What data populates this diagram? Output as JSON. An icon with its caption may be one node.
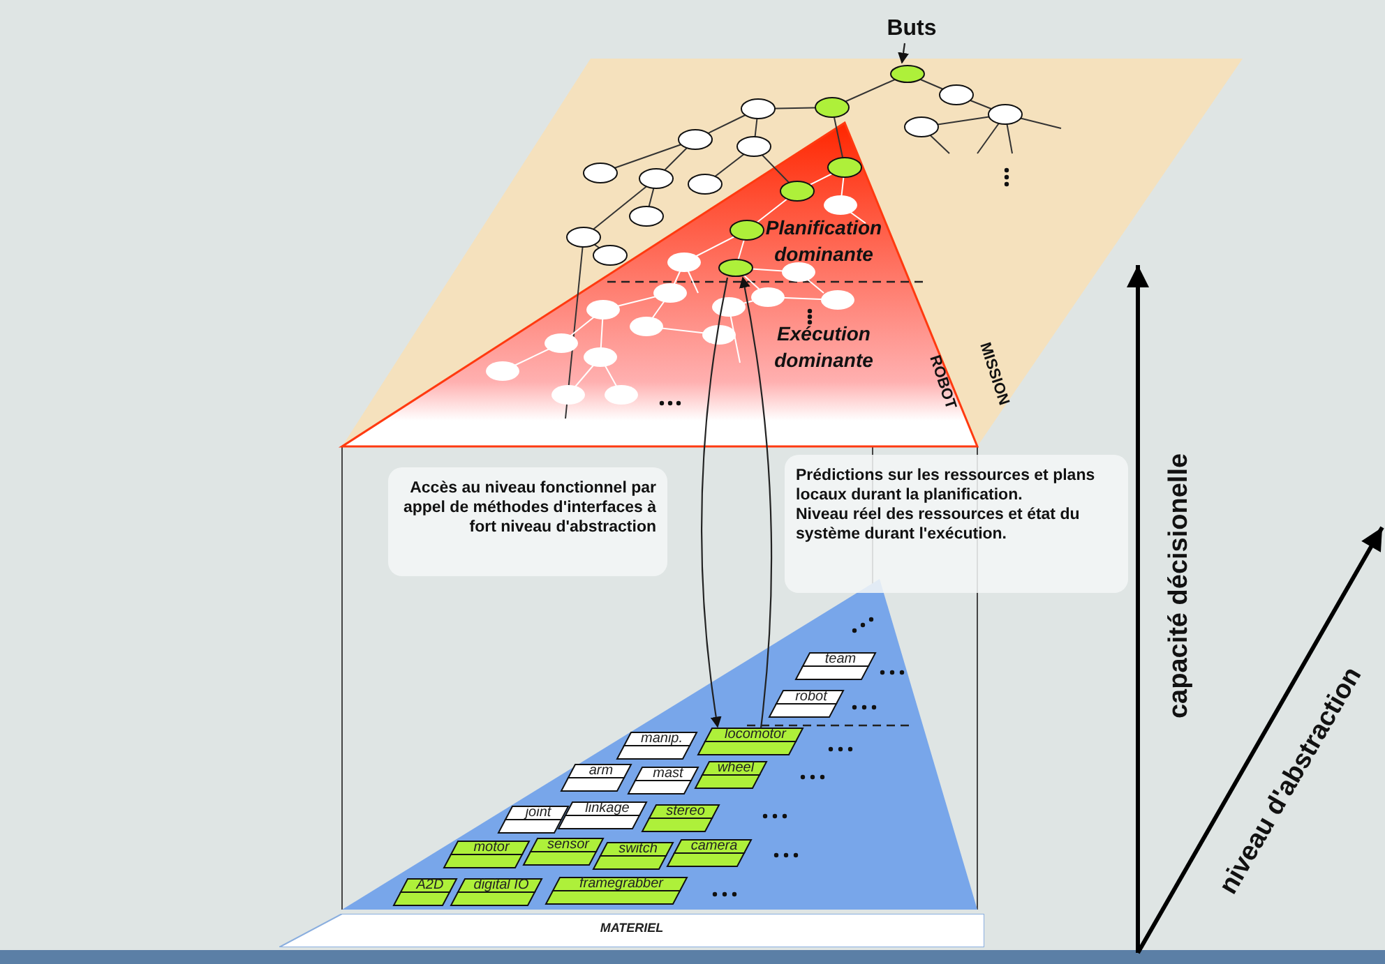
{
  "diagram": {
    "nodes": [
      {
        "text": [
          "MISSION"
        ]
      },
      {
        "text": [
          "ROBOT",
          "Planification dominante",
          "Exécution dominante"
        ],
        "in": 0
      },
      {
        "text": [
          "Buts"
        ]
      },
      {
        "text": [],
        "shape": "ellipse",
        "in": 0
      },
      {
        "text": [],
        "shape": "ellipse",
        "in": 1
      },
      {
        "text": [
          "Accès au niveau fonctionnel par appel de méthodes d'interfaces à fort niveau d'abstraction"
        ]
      },
      {
        "text": [
          "Prédictions sur les ressources et plans locaux durant la planification.",
          "Niveau réel des ressources et état du système durant l'exécution."
        ]
      },
      {
        "text": [],
        "shape": "triangle"
      },
      {
        "text": [
          "team"
        ],
        "in": 7
      },
      {
        "text": [
          "robot"
        ],
        "in": 7
      },
      {
        "text": [
          "manip."
        ],
        "in": 7
      },
      {
        "text": [
          "locomotor"
        ],
        "in": 7
      },
      {
        "text": [
          "arm"
        ],
        "in": 7
      },
      {
        "text": [
          "mast"
        ],
        "in": 7
      },
      {
        "text": [
          "wheel"
        ],
        "in": 7
      },
      {
        "text": [
          "joint"
        ],
        "in": 7
      },
      {
        "text": [
          "linkage"
        ],
        "in": 7
      },
      {
        "text": [
          "stereo"
        ],
        "in": 7
      },
      {
        "text": [
          "motor"
        ],
        "in": 7
      },
      {
        "text": [
          "sensor"
        ],
        "in": 7
      },
      {
        "text": [
          "switch"
        ],
        "in": 7
      },
      {
        "text": [
          "camera"
        ],
        "in": 7
      },
      {
        "text": [
          "A2D"
        ],
        "in": 7
      },
      {
        "text": [
          "digital IO"
        ],
        "in": 7
      },
      {
        "text": [
          "framegrabber"
        ],
        "in": 7
      },
      {
        "text": [
          "MATERIEL"
        ]
      }
    ],
    "edges": [
      {
        "from": 2,
        "to": 3,
        "arrow": "to"
      },
      {
        "from": 4,
        "to": 11,
        "arrow": "to"
      },
      {
        "from": 11,
        "to": 4,
        "arrow": "to"
      }
    ],
    "labels": [
      "capacité décisionelle",
      "niveau d'abstraction"
    ]
  }
}
